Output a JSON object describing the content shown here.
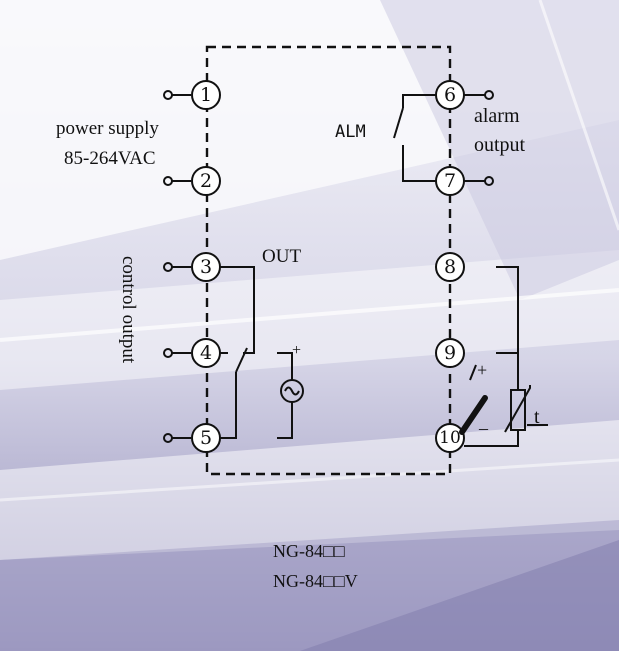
{
  "labels": {
    "power_supply": "power supply",
    "voltage": "85-264VAC",
    "alarm_line1": "alarm",
    "alarm_line2": "output",
    "alm": "ALM",
    "out": "OUT",
    "control_output": "control output",
    "plus_source": "+",
    "plus_input": "+",
    "minus_input": "–",
    "thermistor": "t"
  },
  "terminals": [
    "1",
    "2",
    "3",
    "4",
    "5",
    "6",
    "7",
    "8",
    "9",
    "10"
  ],
  "models": [
    "NG-84□□",
    "NG-84□□V"
  ],
  "colors": {
    "line": "#111111",
    "background": "#e7e8f2",
    "panel": "#f4f4f9",
    "stripe": "#8e8ab3"
  }
}
